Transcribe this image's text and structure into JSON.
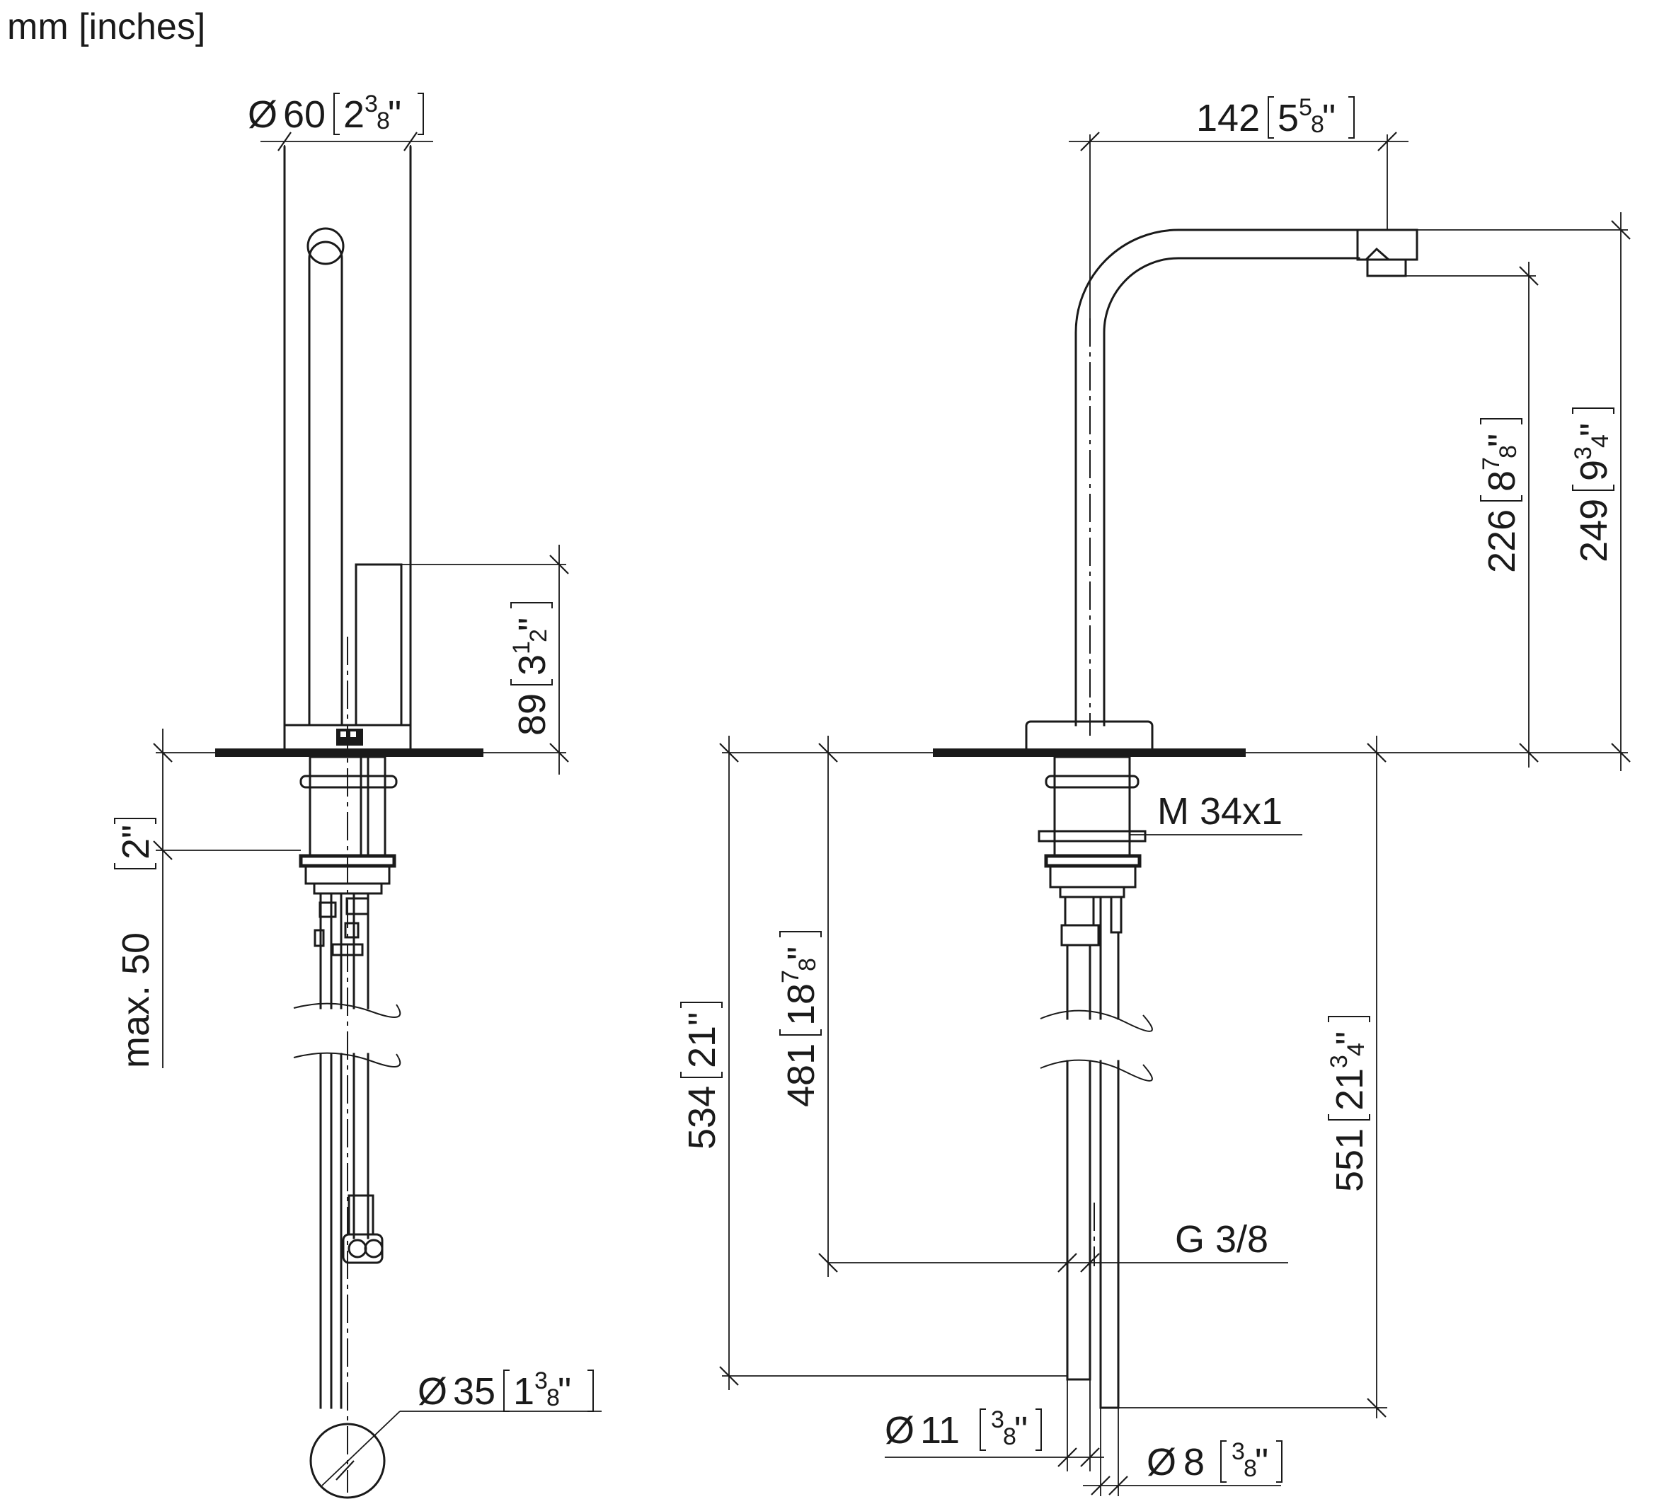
{
  "units_label": "mm [inches]",
  "left_view": {
    "diameter_top": {
      "value": "60",
      "inch": "2",
      "num": "3",
      "den": "8"
    },
    "body_height": {
      "value": "89",
      "inch": "3",
      "num": "1",
      "den": "2"
    },
    "max_thickness": {
      "prefix": "max. 50",
      "inch": "2\""
    },
    "diameter_hole": {
      "value": "35",
      "inch": "1",
      "num": "3",
      "den": "8"
    }
  },
  "right_view": {
    "reach": {
      "value": "142",
      "inch": "5",
      "num": "5",
      "den": "8"
    },
    "outlet_height": {
      "value": "226",
      "inch": "8",
      "num": "7",
      "den": "8"
    },
    "total_height": {
      "value": "249",
      "inch": "9",
      "num": "3",
      "den": "4"
    },
    "thread_label": "M 34x1",
    "hose_thread_label": "G 3/8",
    "hose_length_a": {
      "value": "534",
      "inch": "21\""
    },
    "hose_length_b": {
      "value": "481",
      "inch": "18",
      "num": "7",
      "den": "8"
    },
    "hose_length_c": {
      "value": "551",
      "inch": "21",
      "num": "3",
      "den": "4"
    },
    "diameter_hose_a": {
      "value": "11",
      "num": "3",
      "den": "8"
    },
    "diameter_hose_b": {
      "value": "8",
      "num": "3",
      "den": "8"
    }
  },
  "diameter_symbol": "Ø",
  "quote": "\""
}
